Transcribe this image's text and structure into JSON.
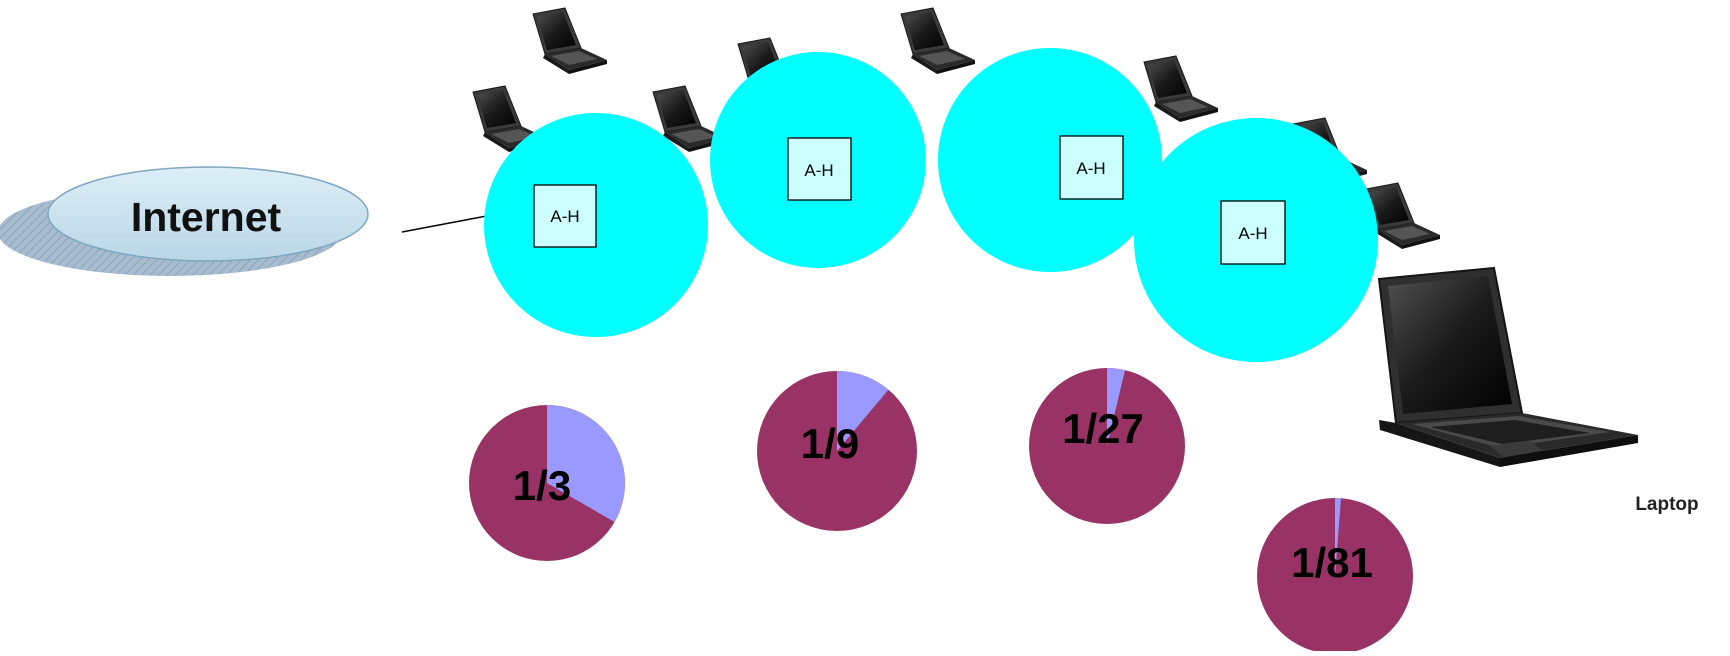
{
  "internet": {
    "label": "Internet"
  },
  "access_hub_label": "A-H",
  "laptop": {
    "label": "Laptop"
  },
  "colors": {
    "cell": "#00FFFF",
    "hub_fill": "#CCFFFF",
    "pie_main": "#993366",
    "pie_share": "#9999FF",
    "cloud_top": "#CCE6F2",
    "cloud_shadow": "#9DB4C9"
  },
  "fractions": [
    {
      "label": "1/3",
      "share": 0.3333
    },
    {
      "label": "1/9",
      "share": 0.1111
    },
    {
      "label": "1/27",
      "share": 0.037
    },
    {
      "label": "1/81",
      "share": 0.0123
    }
  ]
}
